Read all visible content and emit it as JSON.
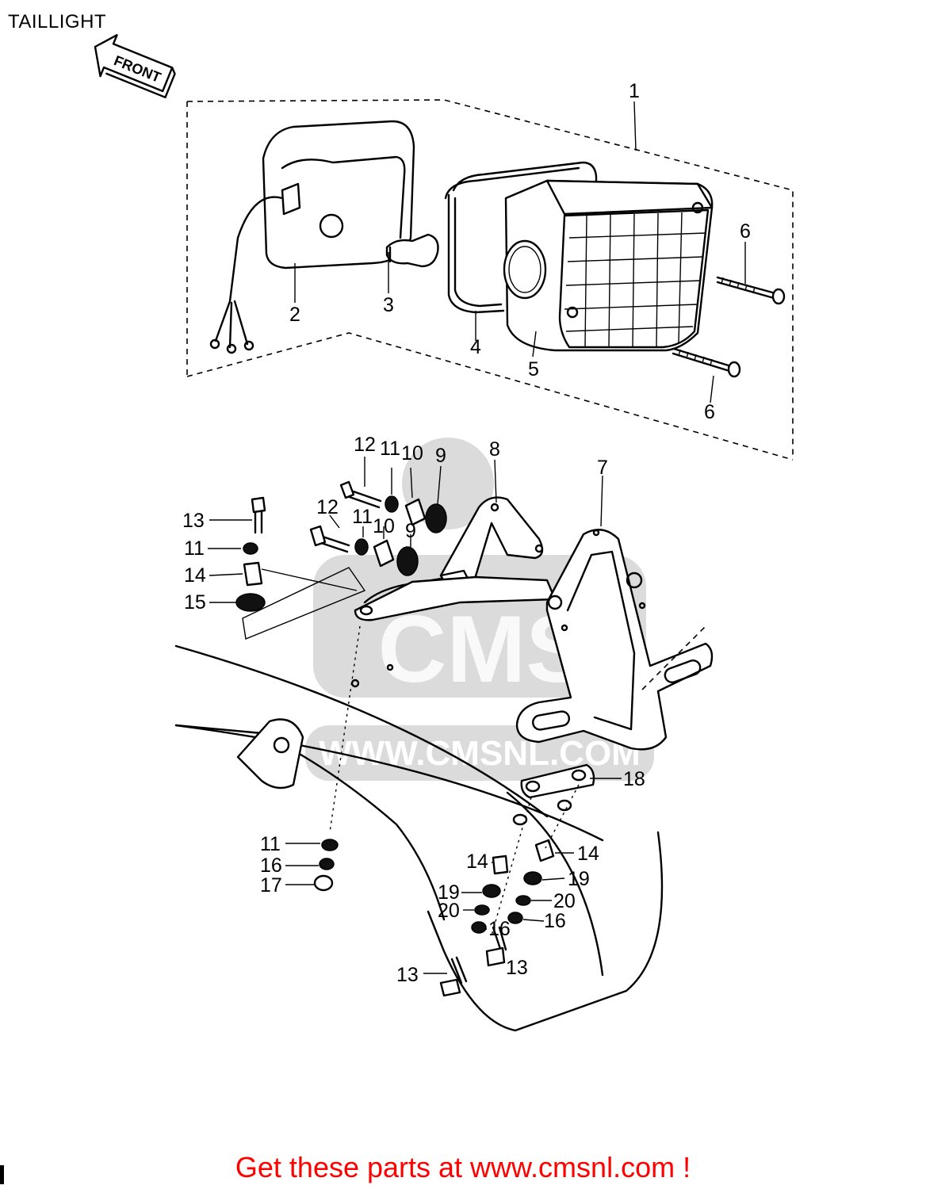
{
  "title": "TAILLIGHT",
  "front_label": "FRONT",
  "watermark": {
    "brand": "CMS",
    "url": "WWW.CMSNL.COM"
  },
  "callouts": {
    "c1": "1",
    "c2": "2",
    "c3": "3",
    "c4": "4",
    "c5": "5",
    "c6a": "6",
    "c6b": "6",
    "c7": "7",
    "c8": "8",
    "c9a": "9",
    "c9b": "9",
    "c10a": "10",
    "c10b": "10",
    "c11a": "11",
    "c11b": "11",
    "c11c": "11",
    "c11d": "11",
    "c12a": "12",
    "c12b": "12",
    "c13a": "13",
    "c13b": "13",
    "c13c": "13",
    "c14a": "14",
    "c14b": "14",
    "c14c": "14",
    "c15": "15",
    "c16a": "16",
    "c16b": "16",
    "c16c": "16",
    "c17": "17",
    "c18": "18",
    "c19a": "19",
    "c19b": "19",
    "c20a": "20",
    "c20b": "20"
  },
  "footer": "Get these parts at www.cmsnl.com !"
}
